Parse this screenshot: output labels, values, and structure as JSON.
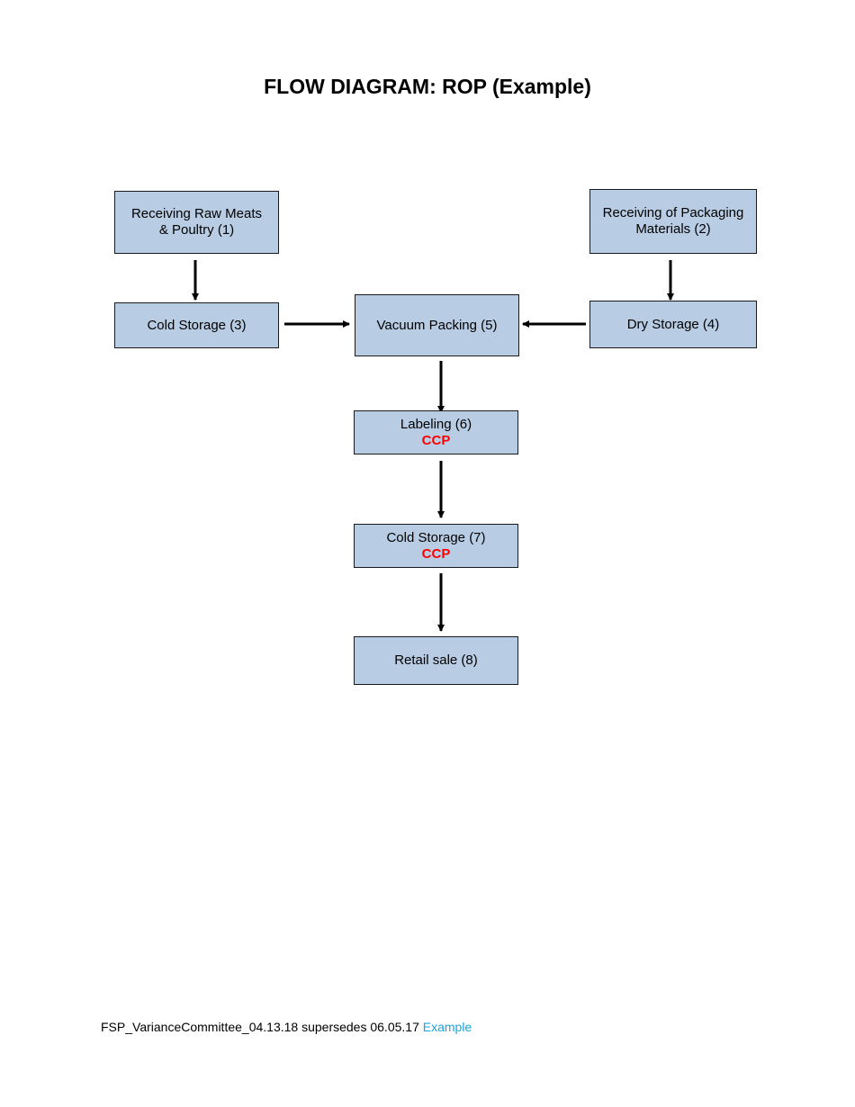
{
  "title": "FLOW DIAGRAM: ROP (Example)",
  "nodes": {
    "receiving_raw": {
      "line1": "Receiving Raw Meats",
      "line2": "& Poultry (1)"
    },
    "receiving_packaging": {
      "line1": "Receiving of Packaging",
      "line2": "Materials (2)"
    },
    "cold_storage_3": {
      "label": "Cold Storage (3)"
    },
    "vacuum_packing": {
      "label": "Vacuum Packing (5)"
    },
    "dry_storage": {
      "label": "Dry Storage (4)"
    },
    "labeling": {
      "label": "Labeling (6)",
      "tag": "CCP"
    },
    "cold_storage_7": {
      "label": "Cold Storage (7)",
      "tag": "CCP"
    },
    "retail_sale": {
      "label": "Retail sale (8)"
    }
  },
  "edges": [
    {
      "from": "Receiving Raw Meats & Poultry (1)",
      "to": "Cold Storage (3)"
    },
    {
      "from": "Receiving of Packaging Materials (2)",
      "to": "Dry Storage (4)"
    },
    {
      "from": "Cold Storage (3)",
      "to": "Vacuum Packing (5)"
    },
    {
      "from": "Dry Storage (4)",
      "to": "Vacuum Packing (5)"
    },
    {
      "from": "Vacuum Packing (5)",
      "to": "Labeling (6)"
    },
    {
      "from": "Labeling (6)",
      "to": "Cold Storage (7)"
    },
    {
      "from": "Cold Storage (7)",
      "to": "Retail sale (8)"
    }
  ],
  "colors": {
    "box_fill": "#b8cce4",
    "ccp": "#ff0000",
    "footer_link": "#1aa6dc"
  },
  "footer": {
    "text": "FSP_VarianceCommittee_04.13.18 supersedes 06.05.17",
    "link": "Example"
  }
}
